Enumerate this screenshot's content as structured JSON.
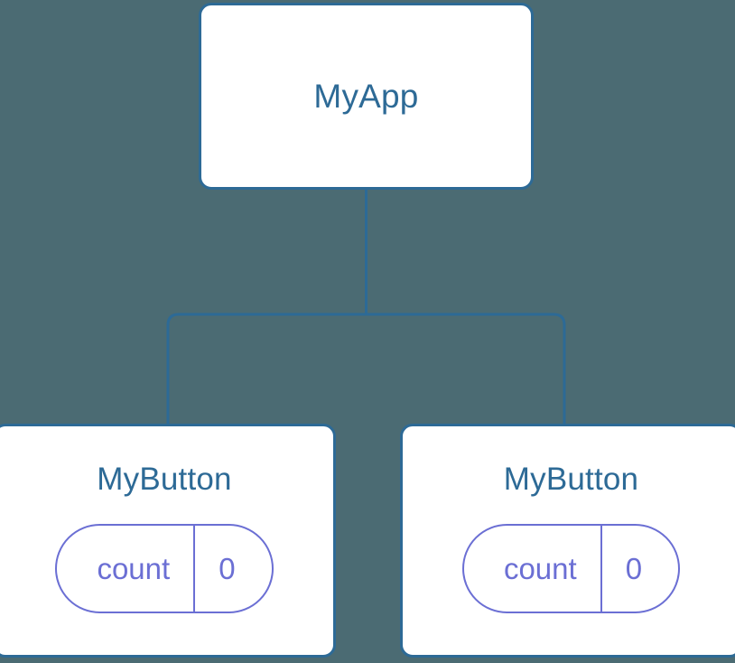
{
  "diagram": {
    "type": "component-tree",
    "background_color": "#4b6b73",
    "node_border_color": "#2d6a96",
    "node_fill_color": "#ffffff",
    "node_title_color": "#2d6a96",
    "edge_color": "#2d6a96",
    "state_pill_color": "#6b6fd4"
  },
  "root": {
    "title": "MyApp"
  },
  "children": [
    {
      "title": "MyButton",
      "state": {
        "key": "count",
        "value": "0"
      }
    },
    {
      "title": "MyButton",
      "state": {
        "key": "count",
        "value": "0"
      }
    }
  ]
}
